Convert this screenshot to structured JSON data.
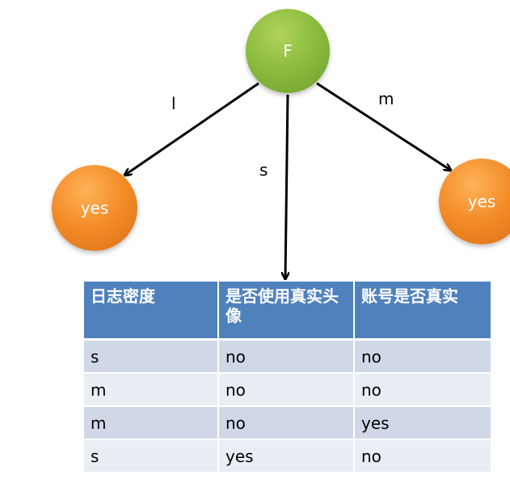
{
  "tree": {
    "root": {
      "label": "F",
      "color": "#8cbd3f"
    },
    "leaf_color": "#f28a25",
    "edges": [
      {
        "label": "l",
        "target": "yes"
      },
      {
        "label": "s",
        "target": "table"
      },
      {
        "label": "m",
        "target": "yes"
      }
    ],
    "leaf_left": {
      "label": "yes"
    },
    "leaf_right": {
      "label": "yes"
    }
  },
  "table": {
    "header_color": "#4f81bd",
    "headers": [
      "日志密度",
      "是否使用真实头像",
      "账号是否真实"
    ],
    "rows": [
      [
        "s",
        "no",
        "no"
      ],
      [
        "m",
        "no",
        "no"
      ],
      [
        "m",
        "no",
        "yes"
      ],
      [
        "s",
        "yes",
        "no"
      ]
    ]
  }
}
